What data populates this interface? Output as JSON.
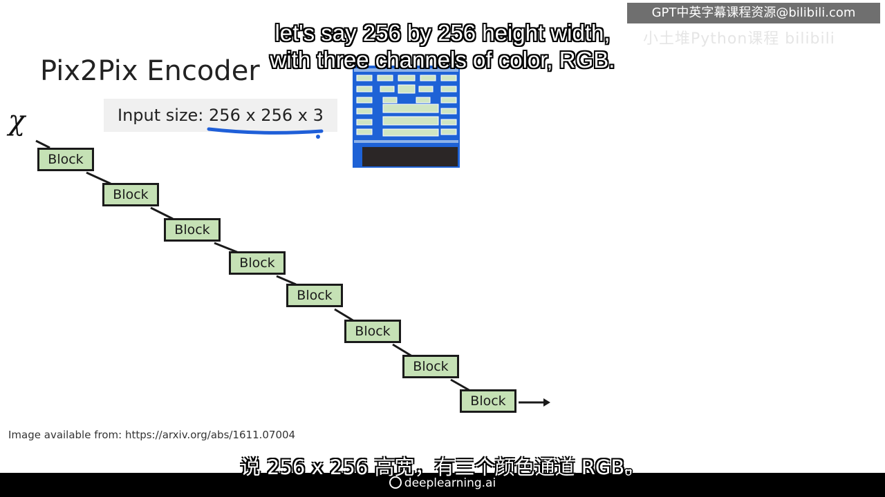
{
  "slide": {
    "title": "Pix2Pix Encoder",
    "input_size_label": "Input size: 256 x 256 x 3",
    "input_symbol": "χ",
    "block_label": "Block",
    "source_text": "Image available from: https://arxiv.org/abs/1611.07004"
  },
  "subtitles": {
    "english_line1": "let's say 256 by 256 height width,",
    "english_line2": "with three channels of color, RGB.",
    "chinese": "说 256 x 256 高宽，有三个颜色通道 RGB。"
  },
  "overlay": {
    "watermark": "GPT中英字幕课程资源@bilibili.com",
    "channel_watermark": "小土堆Python课程  bilibili"
  },
  "footer": {
    "brand": "deeplearning.ai"
  },
  "colors": {
    "block_fill": "#c5e1b5",
    "annotation_blue": "#1f5fd8",
    "architecture_blue": "#1e62d6"
  }
}
